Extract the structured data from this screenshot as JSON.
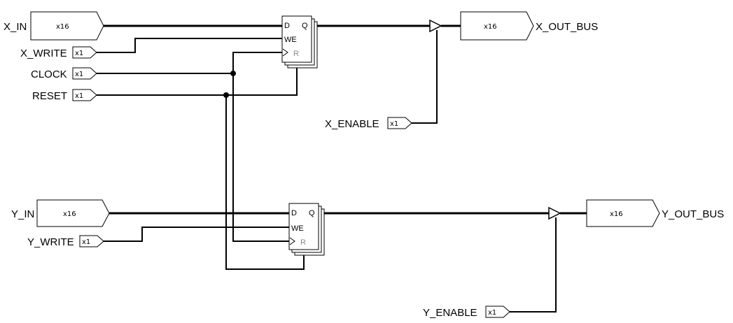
{
  "inputs": {
    "x_in": {
      "label": "X_IN",
      "width": "x16"
    },
    "x_write": {
      "label": "X_WRITE",
      "width": "x1"
    },
    "clock": {
      "label": "CLOCK",
      "width": "x1"
    },
    "reset": {
      "label": "RESET",
      "width": "x1"
    },
    "y_in": {
      "label": "Y_IN",
      "width": "x16"
    },
    "y_write": {
      "label": "Y_WRITE",
      "width": "x1"
    },
    "x_enable": {
      "label": "X_ENABLE",
      "width": "x1"
    },
    "y_enable": {
      "label": "Y_ENABLE",
      "width": "x1"
    }
  },
  "outputs": {
    "x_out_bus": {
      "label": "X_OUT_BUS",
      "width": "x16"
    },
    "y_out_bus": {
      "label": "Y_OUT_BUS",
      "width": "x16"
    }
  },
  "register_pins": {
    "d": "D",
    "q": "Q",
    "we": "WE",
    "r": "R"
  }
}
